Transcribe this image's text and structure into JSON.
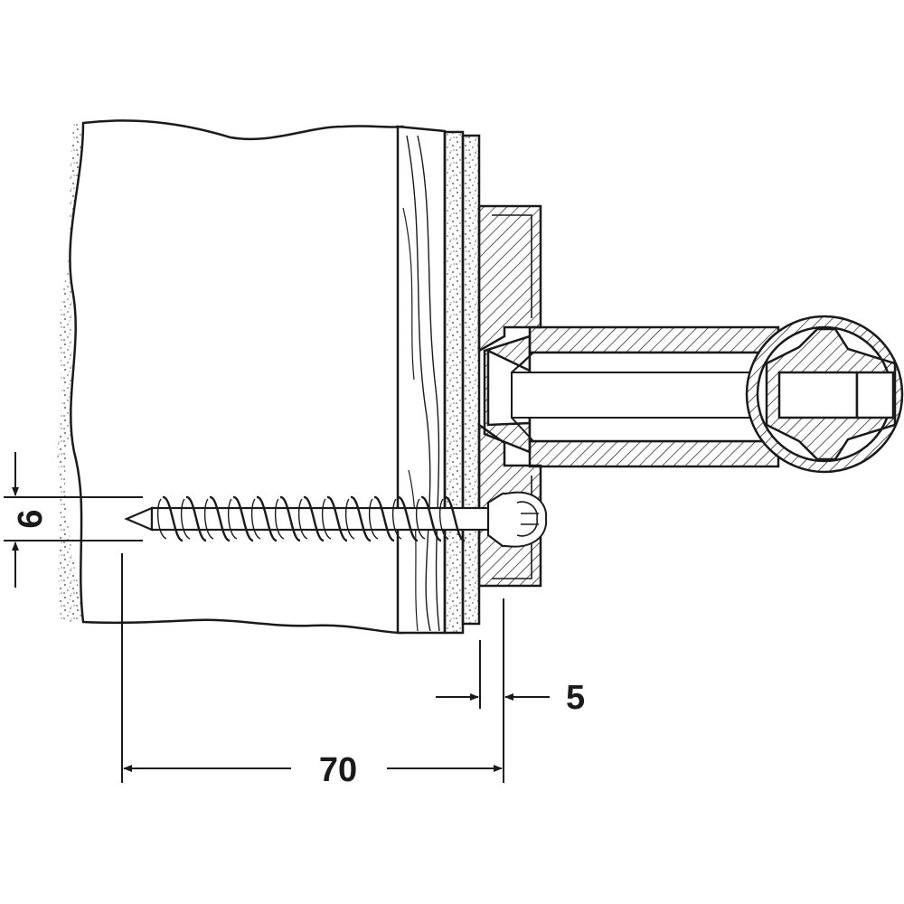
{
  "dimensions": {
    "screw_diameter": "6",
    "rosette_gap": "5",
    "mounting_depth": "70"
  },
  "colors": {
    "stroke": "#1a1a1a",
    "background": "#ffffff",
    "stipple": "#333333"
  }
}
